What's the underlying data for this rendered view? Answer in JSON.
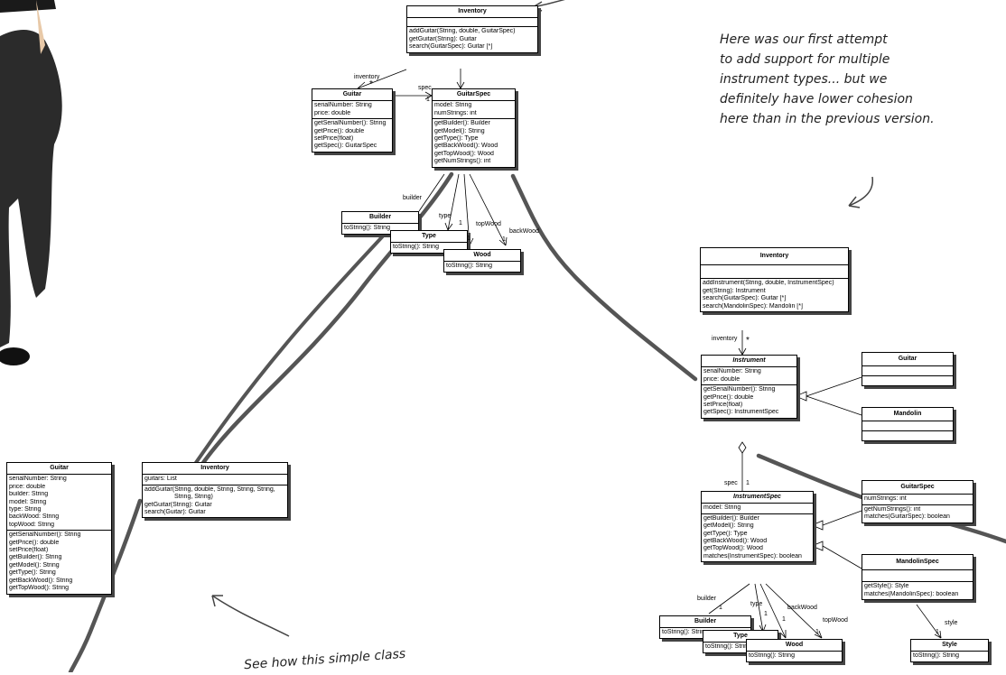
{
  "top": {
    "inventory": {
      "title": "Inventory",
      "attrs": [],
      "ops": [
        "addGuitar(String, double, GuitarSpec)",
        "getGuitar(String): Guitar",
        "search(GuitarSpec): Guitar [*]"
      ]
    },
    "guitar": {
      "title": "Guitar",
      "attrs": [
        "serialNumber: String",
        "price: double"
      ],
      "ops": [
        "getSerialNumber(): String",
        "getPrice(): double",
        "setPrice(float)",
        "getSpec(): GuitarSpec"
      ]
    },
    "guitarspec": {
      "title": "GuitarSpec",
      "attrs": [
        "model: String",
        "numStrings: int"
      ],
      "ops": [
        "getBuilder(): Builder",
        "getModel(): String",
        "getType(): Type",
        "getBackWood(): Wood",
        "getTopWood(): Wood",
        "getNumStrings(): int"
      ]
    },
    "builder": {
      "title": "Builder",
      "ops": [
        "toString(): String"
      ]
    },
    "type": {
      "title": "Type",
      "ops": [
        "toString(): String"
      ]
    },
    "wood": {
      "title": "Wood",
      "ops": [
        "toString(): String"
      ]
    },
    "labels": {
      "inventory": "inventory",
      "star": "*",
      "spec": "spec",
      "one": "1",
      "builder": "builder",
      "type": "type",
      "topWood": "topWood",
      "backWood": "backWood"
    }
  },
  "left": {
    "guitar": {
      "title": "Guitar",
      "attrs": [
        "serialNumber: String",
        "price: double",
        "builder: String",
        "model: String",
        "type: String",
        "backWood: String",
        "topWood: String"
      ],
      "ops": [
        "getSerialNumber(): String",
        "getPrice(): double",
        "setPrice(float)",
        "getBuilder(): String",
        "getModel(): String",
        "getType(): String",
        "getBackWood(): String",
        "getTopWood(): String"
      ]
    },
    "inventory": {
      "title": "Inventory",
      "attrs": [
        "guitars: List"
      ],
      "ops": [
        "addGuitar(String, double, String, String, String,",
        "                 String, String)",
        "getGuitar(String): Guitar",
        "search(Guitar): Guitar"
      ]
    }
  },
  "right": {
    "inventory": {
      "title": "Inventory",
      "attrs": [],
      "ops": [
        "addInstrument(String, double, InstrumentSpec)",
        "get(String): Instrument",
        "search(GuitarSpec): Guitar [*]",
        "search(MandolinSpec): Mandolin [*]"
      ]
    },
    "instrument": {
      "title": "Instrument",
      "attrs": [
        "serialNumber: String",
        "price: double"
      ],
      "ops": [
        "getSerialNumber(): String",
        "getPrice(): double",
        "setPrice(float)",
        "getSpec(): InstrumentSpec"
      ]
    },
    "guitar": {
      "title": "Guitar"
    },
    "mandolin": {
      "title": "Mandolin"
    },
    "instrumentspec": {
      "title": "InstrumentSpec",
      "attrs": [
        "model: String"
      ],
      "ops": [
        "getBuilder(): Builder",
        "getModel(): String",
        "getType(): Type",
        "getBackWood(): Wood",
        "getTopWood(): Wood",
        "matches(InstrumentSpec): boolean"
      ]
    },
    "guitarspec": {
      "title": "GuitarSpec",
      "attrs": [
        "numStrings: int"
      ],
      "ops": [
        "getNumStrings(): int",
        "matches(GuitarSpec): boolean"
      ]
    },
    "mandolinspec": {
      "title": "MandolinSpec",
      "attrs": [],
      "ops": [
        "getStyle(): Style",
        "matches(MandolinSpec): boolean"
      ]
    },
    "builder": {
      "title": "Builder",
      "ops": [
        "toString(): String"
      ]
    },
    "type": {
      "title": "Type",
      "ops": [
        "toString(): String"
      ]
    },
    "wood": {
      "title": "Wood",
      "ops": [
        "toString(): String"
      ]
    },
    "style": {
      "title": "Style",
      "ops": [
        "toString(): String"
      ]
    },
    "labels": {
      "inventory": "inventory",
      "star": "*",
      "spec": "spec",
      "one": "1",
      "builder": "builder",
      "type": "type",
      "backWood": "backWood",
      "topWood": "topWood",
      "style": "style"
    }
  },
  "notes": {
    "right_note": [
      "Here was our first attempt",
      "to add support for multiple",
      "instrument types... but we",
      "definitely have lower cohesion",
      "here than in the previous version."
    ],
    "bottom_note": "See how this simple class"
  }
}
